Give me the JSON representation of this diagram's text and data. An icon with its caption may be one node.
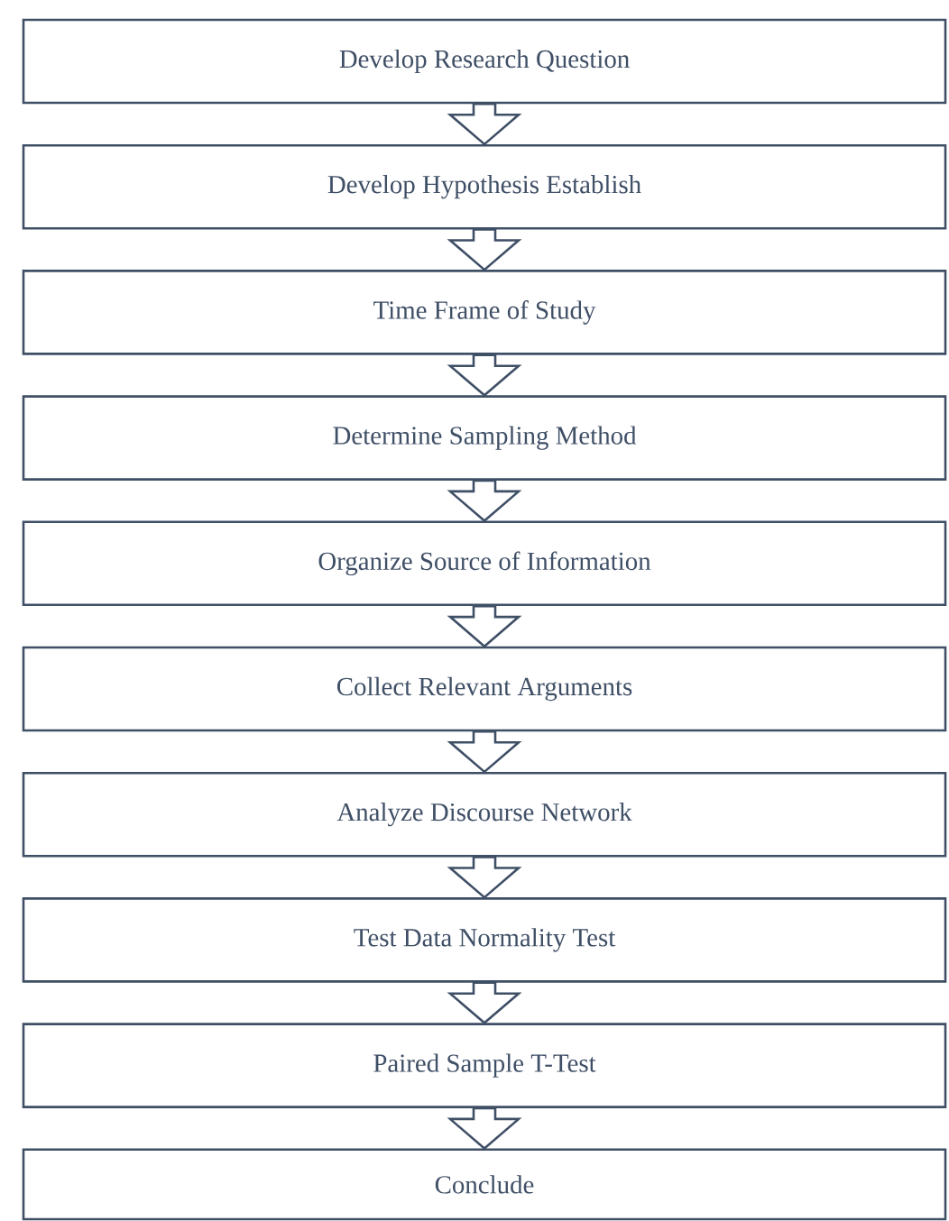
{
  "diagram": {
    "nodes": [
      {
        "text": [
          "Develop Research Question"
        ]
      },
      {
        "text": [
          "Develop Hypothesis Establish"
        ]
      },
      {
        "text": [
          "Time Frame of Study"
        ]
      },
      {
        "text": [
          "Determine Sampling Method"
        ]
      },
      {
        "text": [
          "Organize Source of Information"
        ]
      },
      {
        "text": [
          "Collect Relevant Arguments"
        ]
      },
      {
        "text": [
          "Analyze Discourse Network"
        ]
      },
      {
        "text": [
          "Test Data Normality Test"
        ]
      },
      {
        "text": [
          "Paired Sample T-Test"
        ]
      },
      {
        "text": [
          "Conclude"
        ]
      }
    ],
    "edges": [
      {
        "from": 0,
        "to": 1,
        "arrow": "to"
      },
      {
        "from": 1,
        "to": 2,
        "arrow": "to"
      },
      {
        "from": 2,
        "to": 3,
        "arrow": "to"
      },
      {
        "from": 3,
        "to": 4,
        "arrow": "to"
      },
      {
        "from": 4,
        "to": 5,
        "arrow": "to"
      },
      {
        "from": 5,
        "to": 6,
        "arrow": "to"
      },
      {
        "from": 6,
        "to": 7,
        "arrow": "to"
      },
      {
        "from": 7,
        "to": 8,
        "arrow": "to"
      },
      {
        "from": 8,
        "to": 9,
        "arrow": "to"
      }
    ]
  }
}
